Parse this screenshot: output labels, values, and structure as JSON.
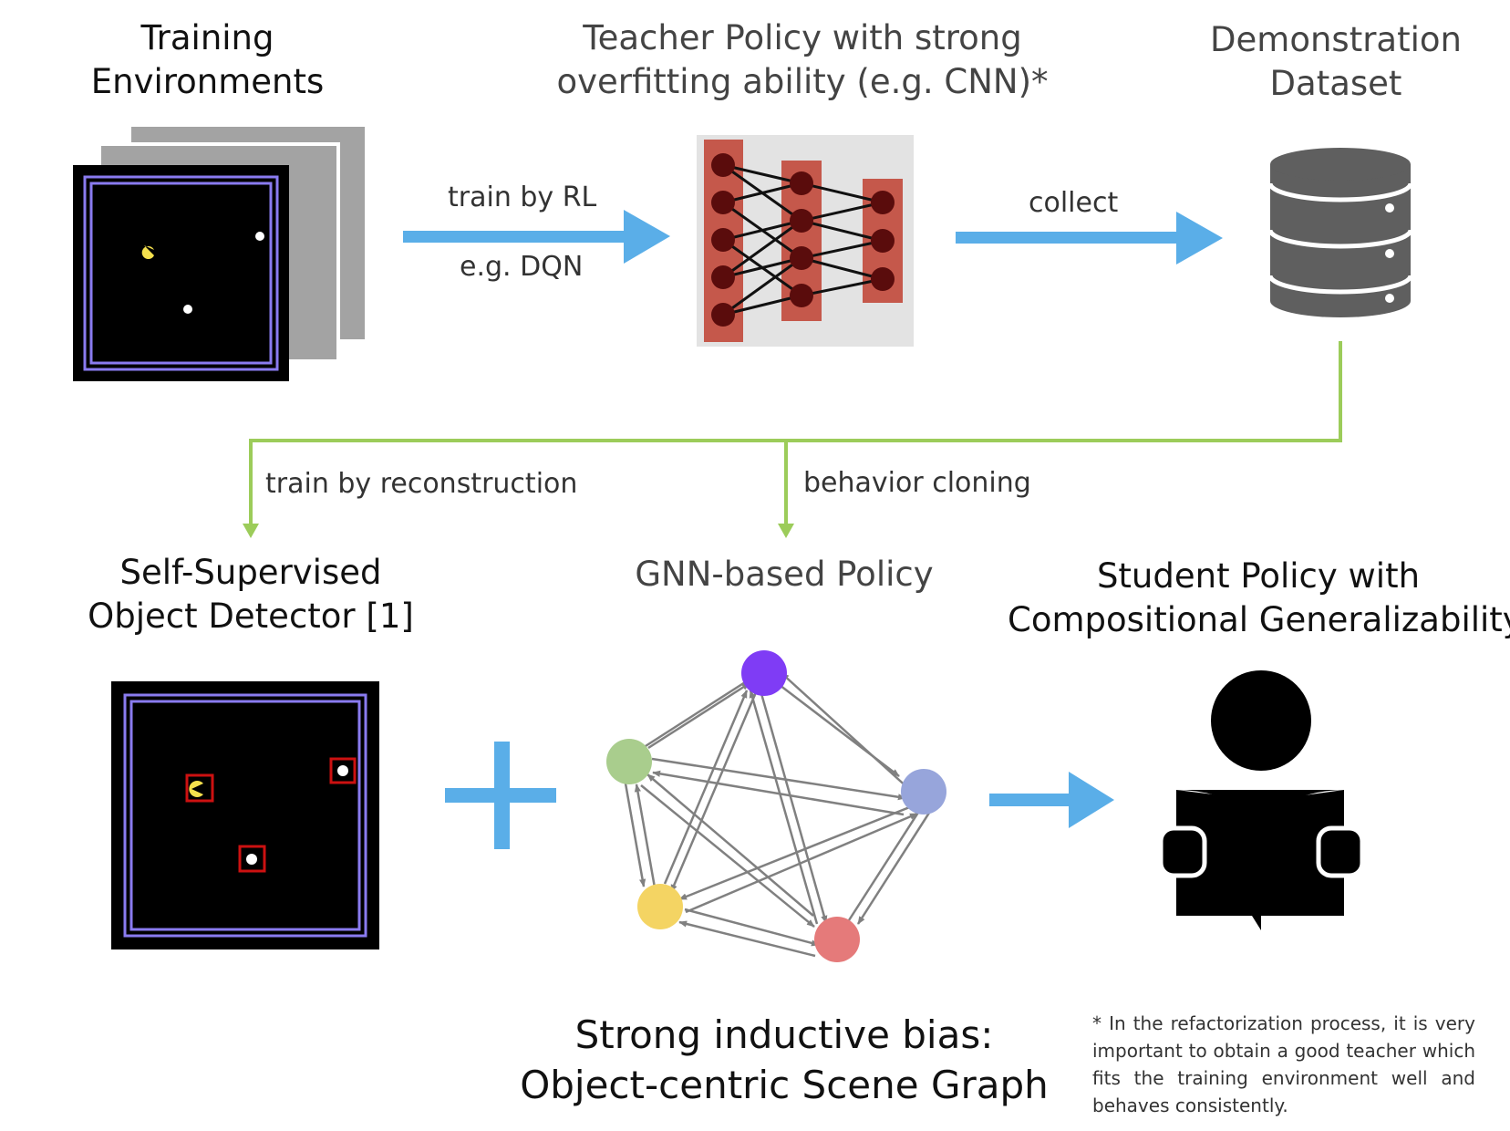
{
  "titles": {
    "training_env": [
      "Training",
      "Environments"
    ],
    "teacher_policy": [
      "Teacher Policy with strong",
      "overfitting ability (e.g. CNN)*"
    ],
    "demo_dataset": [
      "Demonstration",
      "Dataset"
    ],
    "object_detector": [
      "Self-Supervised",
      "Object Detector [1]"
    ],
    "gnn_policy": [
      "GNN-based Policy"
    ],
    "student_policy": [
      "Student Policy with",
      "Compositional Generalizability"
    ],
    "inductive_bias": [
      "Strong inductive bias:",
      "Object-centric Scene Graph"
    ]
  },
  "arrow_labels": {
    "train_by_rl": "train by RL",
    "dqn": "e.g. DQN",
    "collect": "collect",
    "train_by_reconstruction": "train by reconstruction",
    "behavior_cloning": "behavior cloning"
  },
  "footnote": "* In the refactorization process, it is very important to obtain a good teacher which fits the training environment well and behaves consistently.",
  "colors": {
    "blue_arrow": "#5aaee8",
    "green_arrow": "#9ccc5a",
    "maze_border": "#8a7bf0",
    "detector_box": "#cc1111",
    "pacman": "#f4e04d",
    "cnn_block": "#c5584b",
    "cnn_node": "#5a0c0c",
    "database": "#5f5f5f",
    "graph_nodes": [
      "#7f3cf5",
      "#a9cd8d",
      "#97a5db",
      "#f4d463",
      "#e57a7a"
    ]
  },
  "icons": [
    "maze-frame-icon",
    "cnn-network-icon",
    "database-icon",
    "graph-icon",
    "student-reading-icon"
  ]
}
